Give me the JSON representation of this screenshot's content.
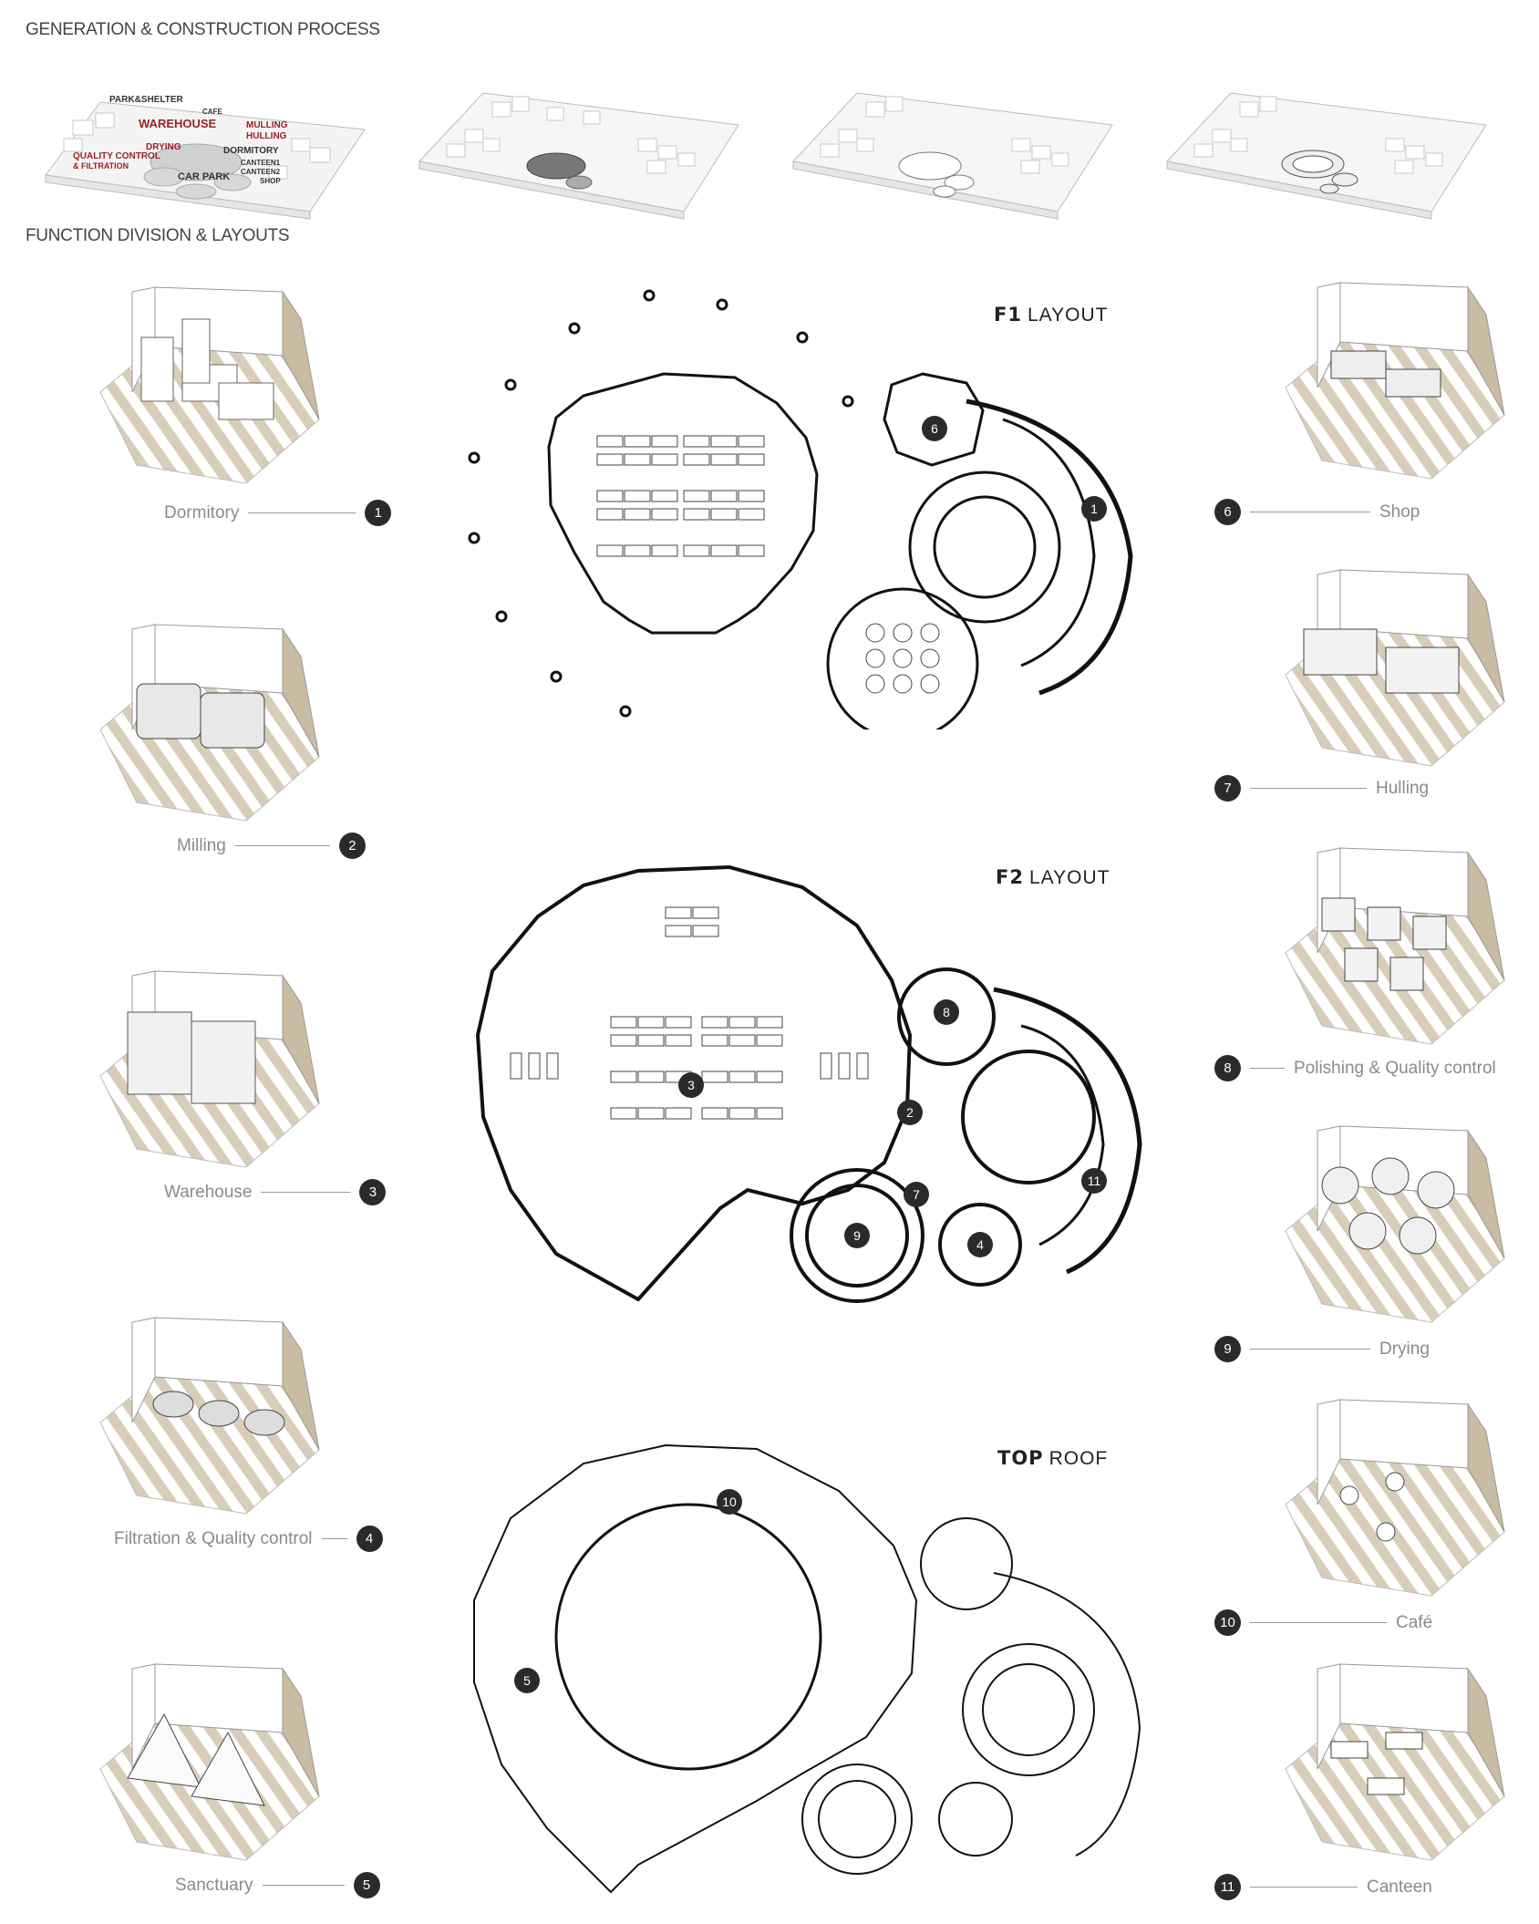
{
  "sections": {
    "generation": "GENERATION & CONSTRUCTION PROCESS",
    "function": "FUNCTION DIVISION & LAYOUTS"
  },
  "massing_labels": {
    "park_shelter": "PARK&SHELTER",
    "cafe": "CAFE",
    "warehouse": "WAREHOUSE",
    "mulling": "MULLING",
    "hulling": "HULLING",
    "drying": "DRYING",
    "quality_control": "QUALITY CONTROL",
    "filtration": "& FILTRATION",
    "dormitory": "DORMITORY",
    "canteen1": "CANTEEN1",
    "canteen2": "CANTEEN2",
    "car_park": "CAR PARK",
    "shop": "SHOP"
  },
  "plans": {
    "f1": {
      "bold": "F1",
      "rest": "LAYOUT"
    },
    "f2": {
      "bold": "F2",
      "rest": "LAYOUT"
    },
    "roof": {
      "bold": "TOP",
      "rest": "ROOF"
    }
  },
  "functions_left": [
    {
      "num": "1",
      "label": "Dormitory"
    },
    {
      "num": "2",
      "label": "Milling"
    },
    {
      "num": "3",
      "label": "Warehouse"
    },
    {
      "num": "4",
      "label": "Filtration & Quality control"
    },
    {
      "num": "5",
      "label": "Sanctuary"
    }
  ],
  "functions_right": [
    {
      "num": "6",
      "label": "Shop"
    },
    {
      "num": "7",
      "label": "Hulling"
    },
    {
      "num": "8",
      "label": "Polishing & Quality control"
    },
    {
      "num": "9",
      "label": "Drying"
    },
    {
      "num": "10",
      "label": "Café"
    },
    {
      "num": "11",
      "label": "Canteen"
    }
  ],
  "colors": {
    "accent_red": "#9b2226",
    "floor_hatch": "#d8cdb8",
    "wall_tan": "#c9bca3",
    "badge": "#2a2a2a",
    "line": "#111111"
  }
}
